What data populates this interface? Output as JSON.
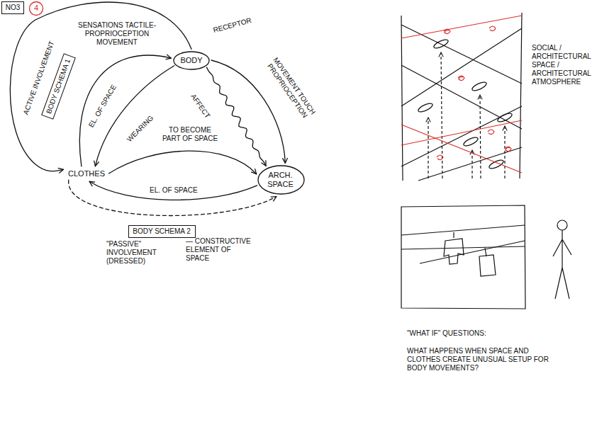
{
  "diagram": {
    "nodes": [
      {
        "text": [
          "NO3"
        ]
      },
      {
        "text": [
          "BODY"
        ]
      },
      {
        "text": [
          "BODY SCHEMA 1"
        ]
      },
      {
        "text": [
          "CLOTHES"
        ]
      },
      {
        "text": [
          "ARCH. SPACE"
        ]
      },
      {
        "text": [
          "BODY SCHEMA 2"
        ]
      }
    ],
    "edges": [
      {
        "from": 1,
        "to": 3,
        "label": "ACTIVE INVOLVEMENT",
        "arrow": "to"
      },
      {
        "from": 3,
        "to": 1,
        "label": "SENSATIONS TACTILE-PROPRIOCEPTION MOVEMENT",
        "arrow": "to"
      },
      {
        "from": 1,
        "to": 3,
        "label": "EL. OF SPACE",
        "arrow": "to"
      },
      {
        "from": 3,
        "to": 4,
        "label": "TO BECOME PART OF SPACE",
        "arrow": "to"
      },
      {
        "from": 1,
        "to": 4,
        "label": "MOVEMENT TOUCH PROPRIOCEPTION",
        "arrow": "to"
      },
      {
        "from": 1,
        "to": 4,
        "label": "AFFECT",
        "arrow": "to"
      },
      {
        "from": 4,
        "to": 3,
        "label": "EL. OF SPACE",
        "arrow": "to"
      },
      {
        "from": 3,
        "to": 4,
        "arrow": "to"
      }
    ],
    "labels": [
      "4",
      "RECEPTOR",
      "WEARING",
      "\"PASSIVE\" INVOLVEMENT (DRESSED)",
      "— CONSTRUCTIVE ELEMENT OF SPACE",
      "SOCIAL / ARCHITECTURAL SPACE / ARCHITECTURAL ATMOSPHERE",
      "\"WHAT IF\" QUESTIONS:",
      "WHAT HAPPENS WHEN SPACE AND CLOTHES CREATE UNUSUAL SETUP FOR BODY MOVEMENTS?"
    ]
  }
}
